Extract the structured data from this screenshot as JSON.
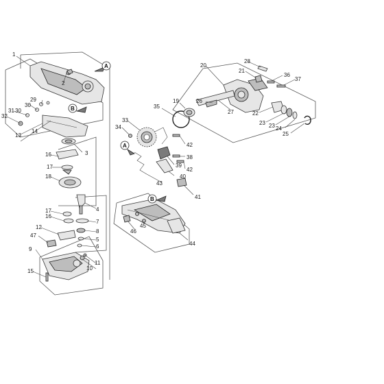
{
  "callouts": {
    "p1": "1",
    "p2": "2",
    "p3": "3",
    "p4": "4",
    "p5": "5",
    "p6": "6",
    "p7": "7",
    "p8": "8",
    "p9": "9",
    "p10": "10",
    "p11": "11",
    "p12": "12",
    "p13": "13",
    "p14": "14",
    "p15": "15",
    "p16a": "16",
    "p16b": "16",
    "p17a": "17",
    "p17b": "17",
    "p18": "18",
    "p19": "19",
    "p20": "20",
    "p21": "21",
    "p22": "22",
    "p23a": "23",
    "p23b": "23",
    "p24": "24",
    "p25": "25",
    "p26": "26",
    "p27": "27",
    "p28": "28",
    "p29": "29",
    "p30a": "30",
    "p30b": "30",
    "p31": "31",
    "p32": "32",
    "p33": "33",
    "p34": "34",
    "p35": "35",
    "p36": "36",
    "p37": "37",
    "p38": "38",
    "p39": "39",
    "p40": "40",
    "p41": "41",
    "p42a": "42",
    "p42b": "42",
    "p43": "43",
    "p44": "44",
    "p45": "45",
    "p46": "46",
    "p47": "47"
  },
  "refs": {
    "a1": "A",
    "a2": "A",
    "b1": "B",
    "b2": "B"
  }
}
